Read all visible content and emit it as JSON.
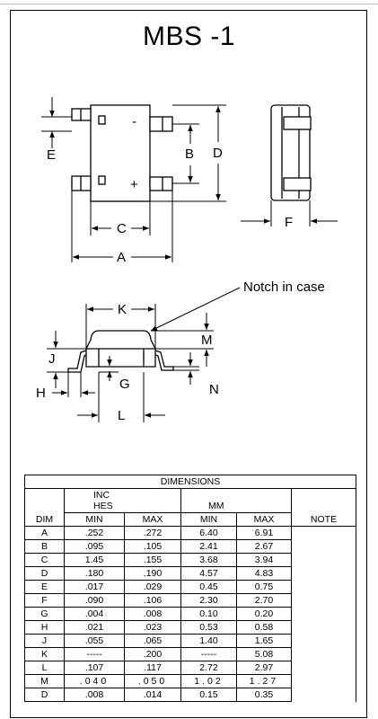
{
  "title": "MBS -1",
  "labels": {
    "A": "A",
    "B": "B",
    "C": "C",
    "D": "D",
    "E": "E",
    "F": "F",
    "G": "G",
    "H": "H",
    "J": "J",
    "K": "K",
    "L": "L",
    "M": "M",
    "N": "N",
    "plus": "+",
    "minus": "-",
    "notch": "Notch in case"
  },
  "table": {
    "caption": "DIMENSIONS",
    "group_inches": "INC\nHES",
    "group_mm": "MM",
    "headers": [
      "DIM",
      "MIN",
      "MAX",
      "MIN",
      "MAX",
      "NOTE"
    ],
    "rows": [
      [
        "A",
        ".252",
        ".272",
        "6.40",
        "6.91"
      ],
      [
        "B",
        ".095",
        ".105",
        "2.41",
        "2.67"
      ],
      [
        "C",
        "1.45",
        ".155",
        "3.68",
        "3.94"
      ],
      [
        "D",
        ".180",
        ".190",
        "4.57",
        "4.83"
      ],
      [
        "E",
        ".017",
        ".029",
        "0.45",
        "0.75"
      ],
      [
        "F",
        ".090",
        ".106",
        "2.30",
        "2.70"
      ],
      [
        "G",
        ".004",
        ".008",
        "0.10",
        "0.20"
      ],
      [
        "H",
        ".021",
        ".023",
        "0.53",
        "0.58"
      ],
      [
        "J",
        ".055",
        ".065",
        "1.40",
        "1.65"
      ],
      [
        "K",
        "-----",
        ".200",
        "-----",
        "5.08"
      ],
      [
        "L",
        ".107",
        ".117",
        "2.72",
        "2.97"
      ],
      [
        "M",
        ".040",
        ".050",
        "1.02",
        "1.27"
      ],
      [
        "D",
        ".008",
        ".014",
        "0.15",
        "0.35"
      ]
    ]
  }
}
